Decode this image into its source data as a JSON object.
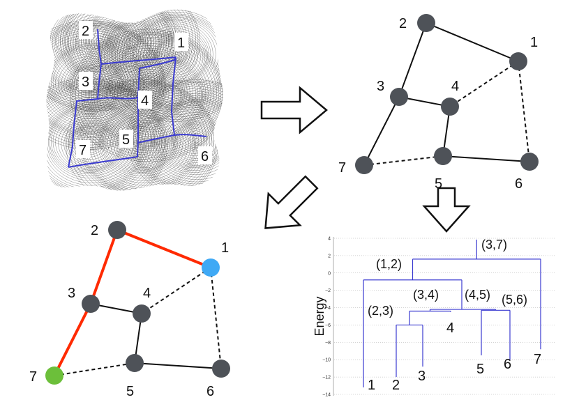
{
  "colors": {
    "node": "#4e5258",
    "source_node": "#3fa9f5",
    "target_node": "#6cbf3a",
    "path_edge": "#ff2a00",
    "tree": "#3a3ad0",
    "contour": "#222222"
  },
  "map_panel": {
    "labels": [
      "1",
      "2",
      "3",
      "4",
      "5",
      "6",
      "7"
    ]
  },
  "graph_panel": {
    "node_labels": [
      "1",
      "2",
      "3",
      "4",
      "5",
      "6",
      "7"
    ],
    "edges_solid": [
      [
        1,
        2
      ],
      [
        2,
        3
      ],
      [
        3,
        4
      ],
      [
        4,
        5
      ],
      [
        5,
        6
      ],
      [
        3,
        7
      ]
    ],
    "edges_dashed": [
      [
        1,
        4
      ],
      [
        1,
        6
      ],
      [
        5,
        7
      ]
    ]
  },
  "path_panel": {
    "node_labels": [
      "1",
      "2",
      "3",
      "4",
      "5",
      "6",
      "7"
    ],
    "path_edges": [
      [
        1,
        2
      ],
      [
        2,
        3
      ],
      [
        3,
        7
      ]
    ],
    "source": "1",
    "target": "7"
  },
  "dendrogram": {
    "ylabel": "Energy",
    "ticks": [
      "4",
      "2",
      "0",
      "−2",
      "−4",
      "−6",
      "−8",
      "−10",
      "−12",
      "−14"
    ],
    "leaves": [
      {
        "label": "1",
        "energy": -13.2
      },
      {
        "label": "2",
        "energy": -12.0
      },
      {
        "label": "3",
        "energy": -10.8
      },
      {
        "label": "4",
        "energy": -4.5
      },
      {
        "label": "5",
        "energy": -9.5
      },
      {
        "label": "6",
        "energy": -10.0
      },
      {
        "label": "7",
        "energy": -8.8
      }
    ],
    "merges": [
      {
        "label": "(2,3)",
        "energy": -6.0
      },
      {
        "label": "(3,4)",
        "energy": -4.4
      },
      {
        "label": "(4,5)",
        "energy": -4.2
      },
      {
        "label": "(5,6)",
        "energy": -4.3
      },
      {
        "label": "(1,2)",
        "energy": -0.8
      },
      {
        "label": "(3,7)",
        "energy": 1.6
      }
    ]
  }
}
